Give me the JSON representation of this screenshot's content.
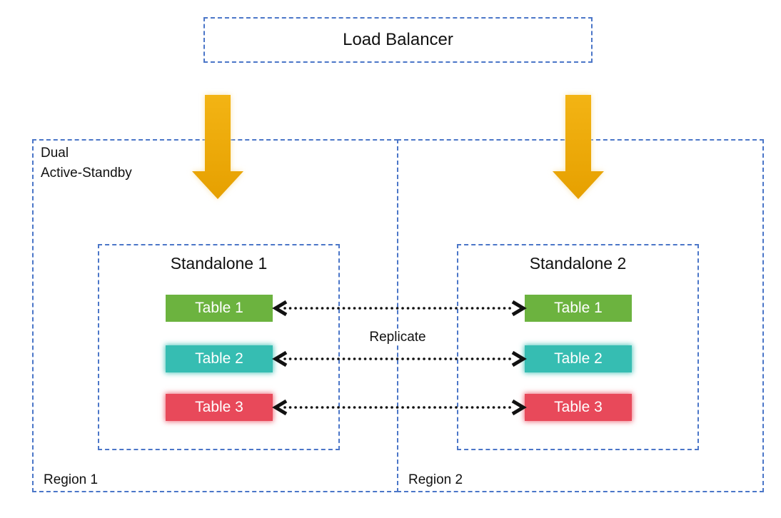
{
  "diagram": {
    "title_box": {
      "label": "Load Balancer"
    },
    "group_label": "Dual\nActive-Standby",
    "replicate_label": "Replicate",
    "regions": [
      {
        "label": "Region 1",
        "standalone": {
          "title": "Standalone 1",
          "tables": [
            {
              "label": "Table 1",
              "color": "#6CB33F"
            },
            {
              "label": "Table 2",
              "color": "#36BDB2"
            },
            {
              "label": "Table 3",
              "color": "#E8495A"
            }
          ]
        }
      },
      {
        "label": "Region 2",
        "standalone": {
          "title": "Standalone 2",
          "tables": [
            {
              "label": "Table 1",
              "color": "#6CB33F"
            },
            {
              "label": "Table 2",
              "color": "#36BDB2"
            },
            {
              "label": "Table 3",
              "color": "#E8495A"
            }
          ]
        }
      }
    ],
    "colors": {
      "dashed_border": "#4B76C8",
      "down_arrow": "#EDA90B",
      "down_arrow_glow": "#F8E3AE",
      "replicate_arrow": "#111111",
      "table_text": "#ffffff",
      "background": "#ffffff"
    }
  }
}
